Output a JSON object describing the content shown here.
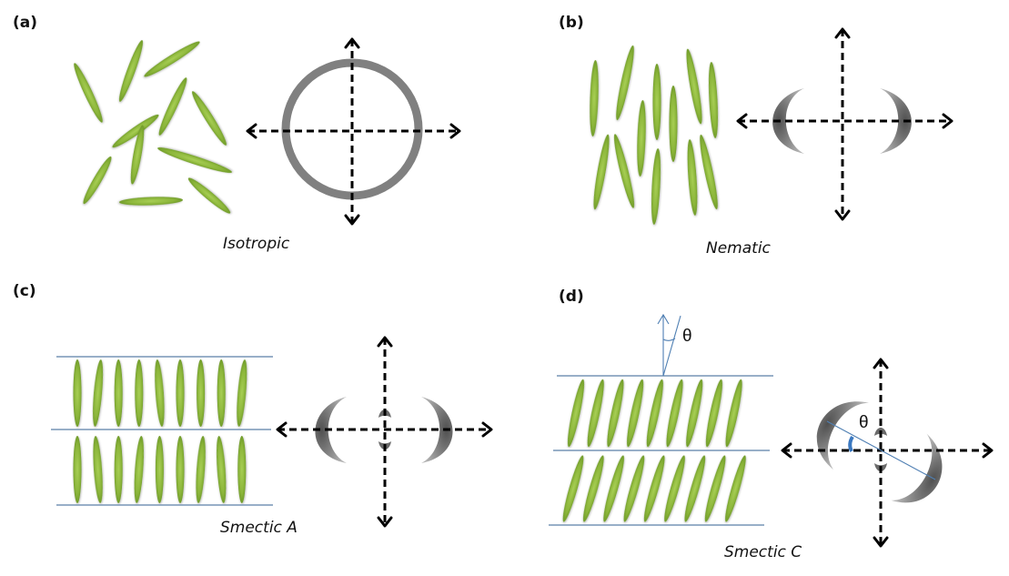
{
  "figure": {
    "colors": {
      "rod_fill": "#8bb53a",
      "rod_dark": "#5e8a1f",
      "rod_light": "#a8cf55",
      "ring": "#808080",
      "crescent": "#6e6e6e",
      "layer_line": "#5b7fa6",
      "angle_marker": "#3a78c0"
    },
    "panels": [
      {
        "id": "a",
        "label": "(a)",
        "phase": "Isotropic",
        "pattern": "isotropic-ring"
      },
      {
        "id": "b",
        "label": "(b)",
        "phase": "Nematic",
        "pattern": "two-crescents-horizontal"
      },
      {
        "id": "c",
        "label": "(c)",
        "phase": "Smectic A",
        "pattern": "two-crescents-plus-small-spots"
      },
      {
        "id": "d",
        "label": "(d)",
        "phase": "Smectic C",
        "pattern": "tilted-crescents-plus-small-spots",
        "tilt_symbol": "θ",
        "pattern_angle_symbol": "θ"
      }
    ],
    "smectic_rods_per_layer": 9,
    "smectic_layers": 2
  }
}
